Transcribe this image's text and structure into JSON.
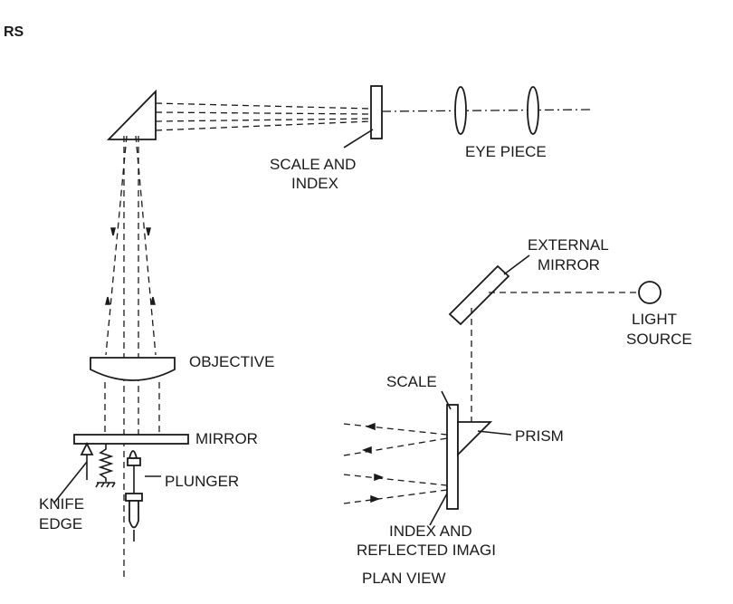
{
  "corner_text": "RS",
  "labels": {
    "scale_and_index_1": "SCALE AND",
    "scale_and_index_2": "INDEX",
    "eye_piece": "EYE PIECE",
    "objective": "OBJECTIVE",
    "mirror": "MIRROR",
    "plunger": "PLUNGER",
    "knife_edge_1": "KNIFE",
    "knife_edge_2": "EDGE",
    "external_mirror_1": "EXTERNAL",
    "external_mirror_2": "MIRROR",
    "light_source_1": "LIGHT",
    "light_source_2": "SOURCE",
    "scale": "SCALE",
    "prism": "PRISM",
    "index_reflected_1": "INDEX AND",
    "index_reflected_2": "REFLECTED IMAGI",
    "plan_view": "PLAN VIEW"
  }
}
